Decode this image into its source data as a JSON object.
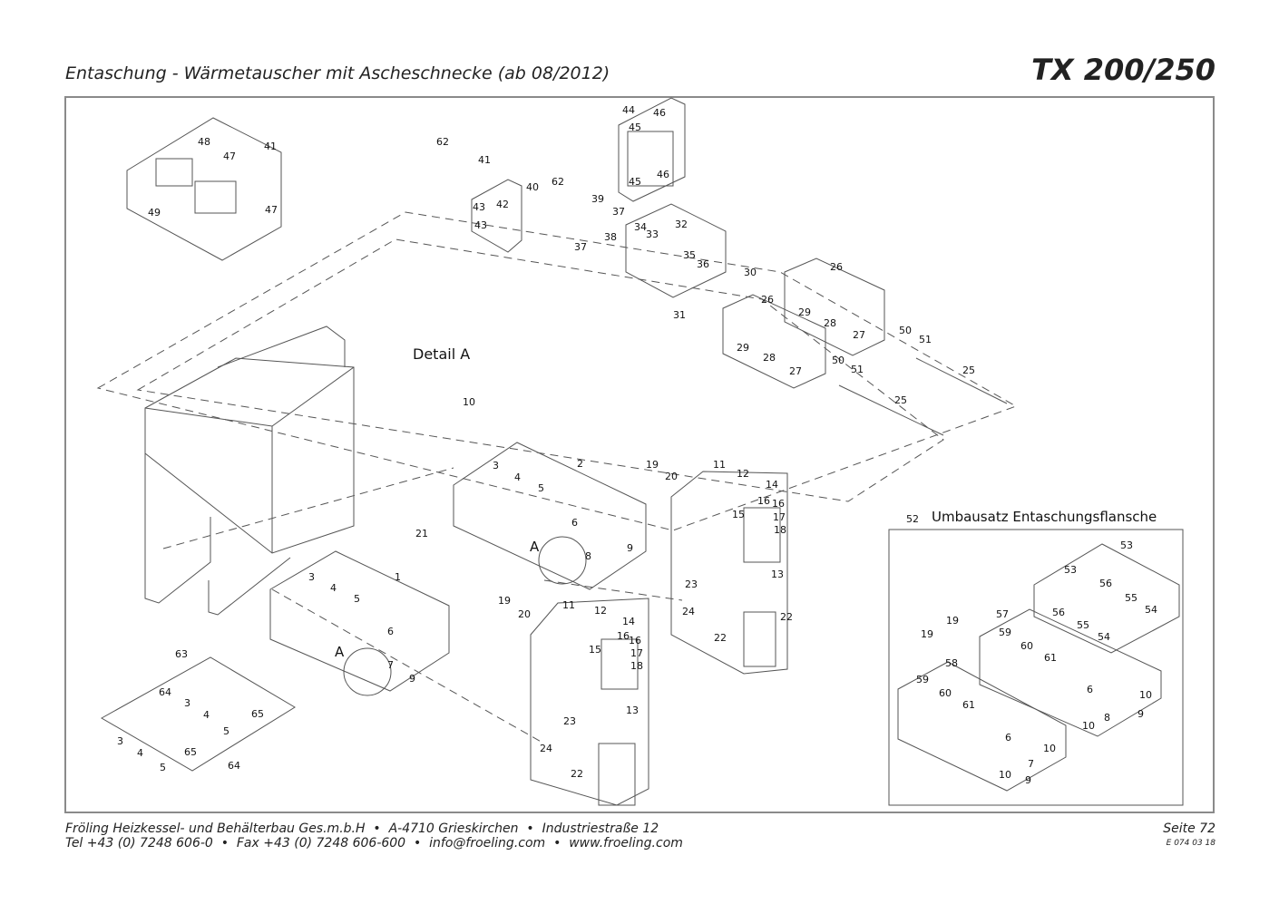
{
  "header": {
    "title": "Entaschung - Wärmetauscher mit Ascheschnecke (ab 08/2012)",
    "model": "TX 200/250"
  },
  "diagram": {
    "detail_label": "Detail A",
    "conversion_kit_number": "52",
    "conversion_kit_label": "Umbausatz Entaschungsflansche",
    "part_labels": [
      "41",
      "48",
      "47",
      "47",
      "49",
      "62",
      "41",
      "40",
      "62",
      "39",
      "42",
      "43",
      "43",
      "37",
      "37",
      "38",
      "44",
      "45",
      "46",
      "45",
      "46",
      "32",
      "34",
      "33",
      "35",
      "36",
      "30",
      "31",
      "26",
      "29",
      "28",
      "27",
      "26",
      "29",
      "28",
      "27",
      "50",
      "51",
      "25",
      "50",
      "51",
      "25",
      "10",
      "2",
      "3",
      "4",
      "5",
      "6",
      "A",
      "8",
      "9",
      "19",
      "20",
      "11",
      "12",
      "14",
      "16",
      "15",
      "16",
      "17",
      "18",
      "13",
      "23",
      "24",
      "22",
      "22",
      "21",
      "1",
      "3",
      "4",
      "5",
      "6",
      "A",
      "7",
      "9",
      "19",
      "20",
      "11",
      "12",
      "14",
      "16",
      "16",
      "15",
      "17",
      "18",
      "13",
      "23",
      "24",
      "22",
      "63",
      "64",
      "3",
      "4",
      "5",
      "65",
      "3",
      "4",
      "5",
      "65",
      "64",
      "53",
      "53",
      "56",
      "55",
      "54",
      "56",
      "55",
      "54",
      "57",
      "59",
      "60",
      "61",
      "6",
      "10",
      "8",
      "10",
      "9",
      "19",
      "19",
      "58",
      "59",
      "60",
      "61",
      "6",
      "10",
      "7",
      "10",
      "9"
    ]
  },
  "footer": {
    "company": "Fröling Heizkessel- und Behälterbau Ges.m.b.H",
    "address": "A-4710 Grieskirchen",
    "street": "Industriestraße 12",
    "tel": "Tel +43 (0) 7248 606-0",
    "fax": "Fax +43 (0) 7248 606-600",
    "email": "info@froeling.com",
    "web": "www.froeling.com",
    "page": "Seite 72",
    "doc_number": "E 074 03 18"
  }
}
